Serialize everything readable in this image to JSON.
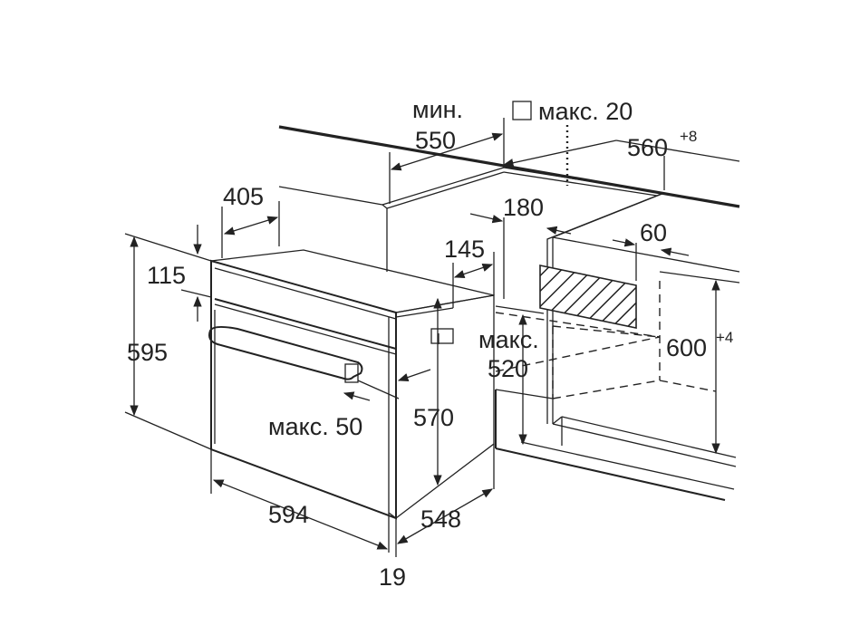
{
  "diagram": {
    "labels": {
      "min_label": "мин.",
      "min_550": "550",
      "max_20": "макс. 20",
      "cabinet_560": "560",
      "cabinet_560_tol": "+8",
      "depth_405": "405",
      "h_115": "115",
      "h_595": "595",
      "d_145": "145",
      "d_180": "180",
      "d_60": "60",
      "max_label": "макс.",
      "max_520": "520",
      "h_600": "600",
      "h_600_tol": "+4",
      "h_570": "570",
      "max_50": "макс. 50",
      "w_594": "594",
      "d_548": "548",
      "t_19": "19"
    }
  }
}
